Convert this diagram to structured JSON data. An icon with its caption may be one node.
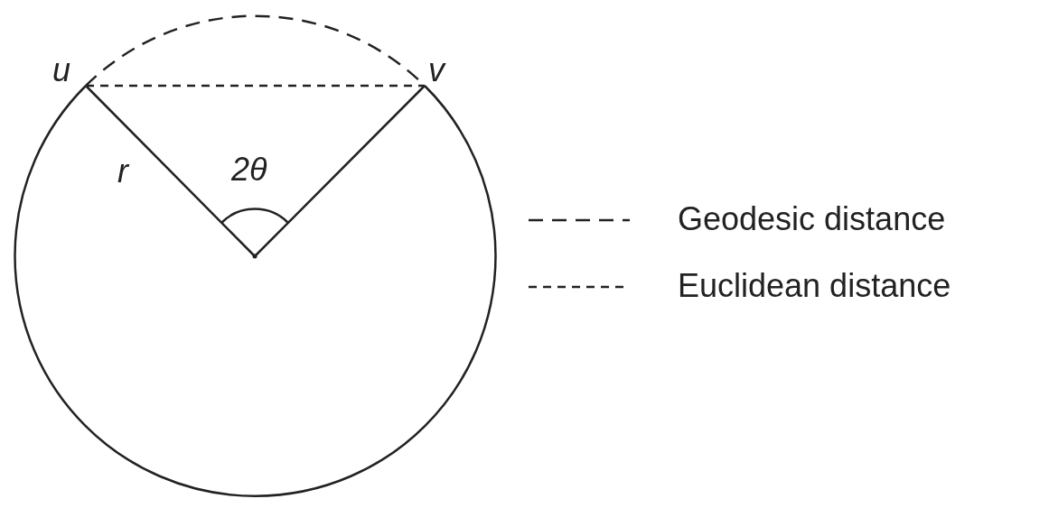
{
  "diagram": {
    "nodes": [
      {
        "text": [
          "u"
        ]
      },
      {
        "text": [
          "v"
        ]
      },
      {
        "text": [],
        "shape": "dot"
      }
    ],
    "edges": [
      {
        "from": 0,
        "to": 2,
        "arrow": "none",
        "label": "r"
      },
      {
        "from": 1,
        "to": 2,
        "arrow": "none"
      },
      {
        "from": 0,
        "to": 1,
        "arrow": "none",
        "style": "dashed"
      },
      {
        "from": 0,
        "to": 1,
        "arrow": "none",
        "style": "dashed"
      }
    ],
    "labels": [
      "2θ"
    ],
    "legend": [
      {
        "text": "Geodesic distance"
      },
      {
        "text": "Euclidean distance"
      }
    ]
  }
}
